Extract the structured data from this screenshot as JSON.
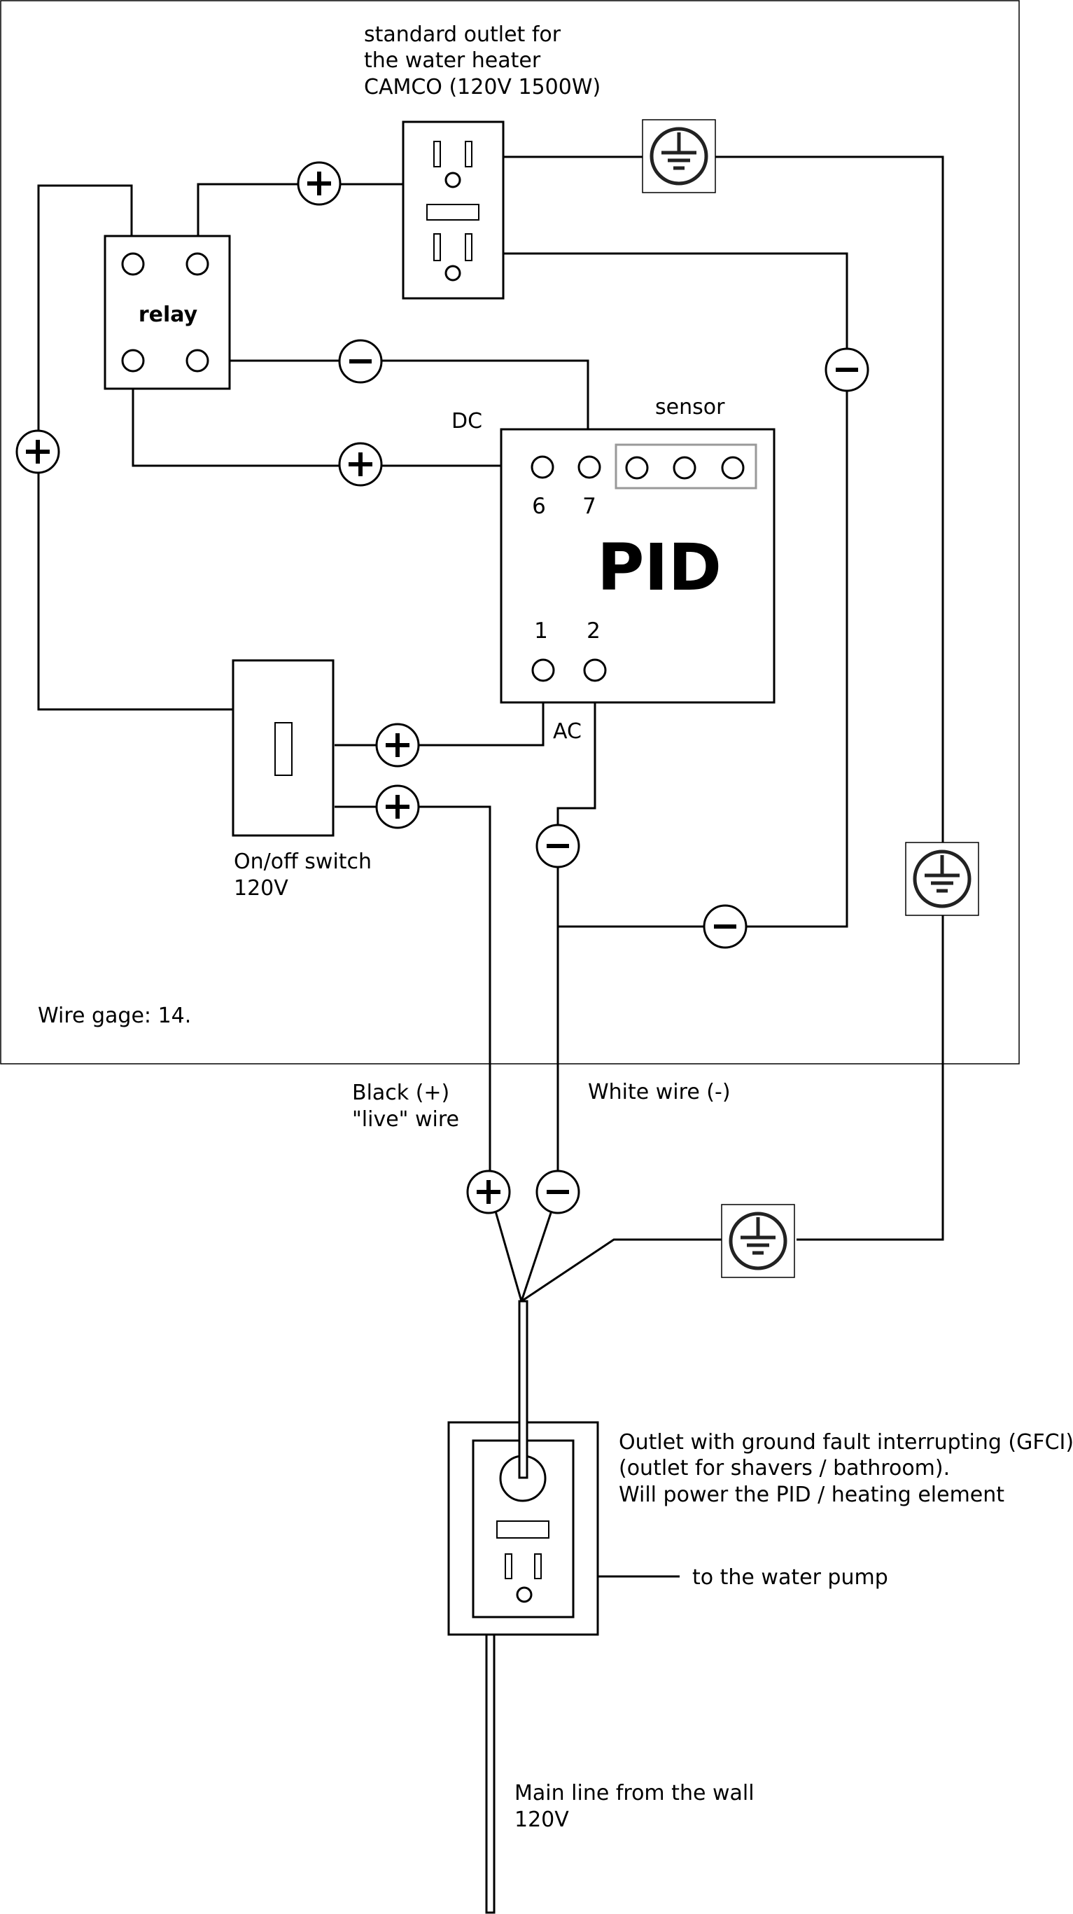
{
  "labels": {
    "outlet_heater_line1": "standard outlet for",
    "outlet_heater_line2": "the water heater",
    "outlet_heater_line3": "CAMCO (120V 1500W)",
    "relay": "relay",
    "dc": "DC",
    "sensor": "sensor",
    "pid": "PID",
    "pid_term_6": "6",
    "pid_term_7": "7",
    "pid_term_1": "1",
    "pid_term_2": "2",
    "ac": "AC",
    "switch_line1": "On/off switch",
    "switch_line2": "120V",
    "wire_gage": "Wire gage: 14.",
    "black_wire_line1": "Black (+)",
    "black_wire_line2": "\"live\" wire",
    "white_wire": "White wire (-)",
    "gfci_line1": "Outlet with ground fault interrupting (GFCI)",
    "gfci_line2": "(outlet for shavers / bathroom).",
    "gfci_line3": "Will power the PID / heating element",
    "water_pump": "to the water pump",
    "main_line1": "Main line from the wall",
    "main_line2": "120V"
  },
  "markers": {
    "plus_symbol": "+",
    "minus_symbol": "−",
    "ground_icon": "ground-icon"
  },
  "colors": {
    "line": "#000000",
    "sensor_box": "#999999",
    "background": "#ffffff"
  }
}
